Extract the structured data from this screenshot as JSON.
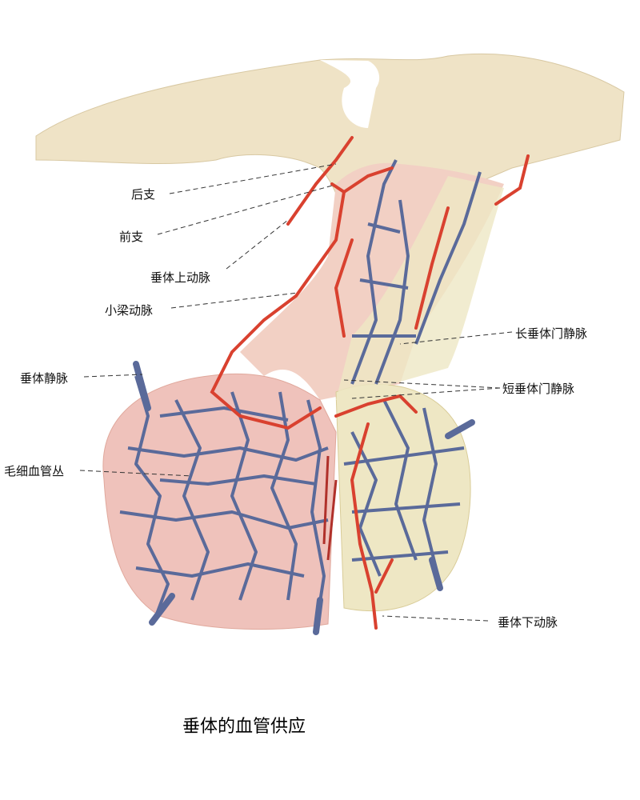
{
  "title": "垂体的血管供应",
  "labels": {
    "posterior_branch": "后支",
    "anterior_branch": "前支",
    "superior_hypophyseal_artery": "垂体上动脉",
    "trabecular_artery": "小梁动脉",
    "long_portal_veins": "长垂体门静脉",
    "hypophyseal_vein": "垂体静脉",
    "short_portal_veins": "短垂体门静脉",
    "capillary_plexus": "毛细血管丛",
    "inferior_hypophyseal_artery": "垂体下动脉"
  },
  "colors": {
    "artery": "#d9412f",
    "vein": "#5a6a9a",
    "anterior_lobe": "#f1c4bd",
    "posterior_lobe": "#ede6c2",
    "hypothalamus": "#efe5cf"
  }
}
